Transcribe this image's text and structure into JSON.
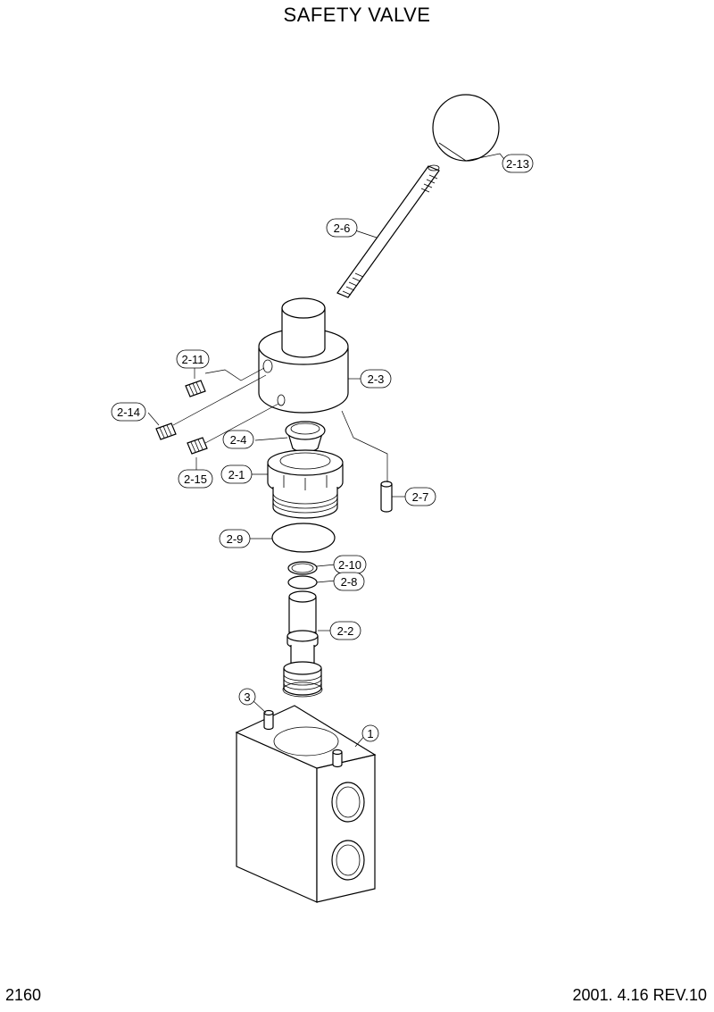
{
  "header": {
    "title": "SAFETY VALVE"
  },
  "footer": {
    "page_number": "2160",
    "revision": "2001. 4.16  REV.10"
  },
  "callouts": {
    "c2_13": "2-13",
    "c2_6": "2-6",
    "c2_3": "2-3",
    "c2_11": "2-11",
    "c2_14": "2-14",
    "c2_15": "2-15",
    "c2_4": "2-4",
    "c2_1": "2-1",
    "c2_7": "2-7",
    "c2_9": "2-9",
    "c2_10": "2-10",
    "c2_8": "2-8",
    "c2_2": "2-2",
    "c3": "3",
    "c1": "1"
  }
}
